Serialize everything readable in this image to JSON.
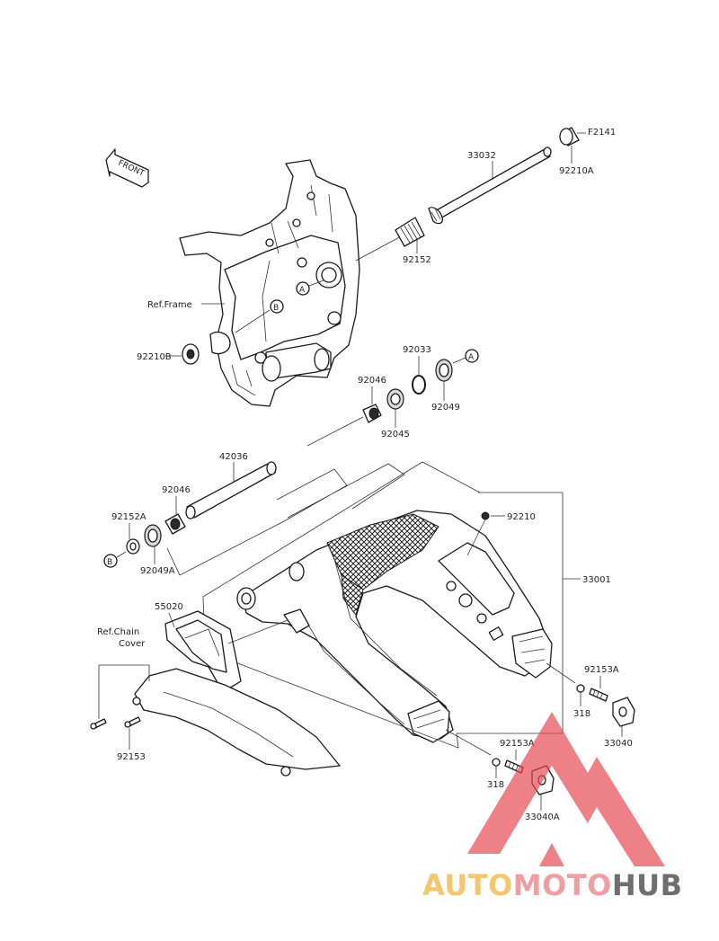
{
  "labels": {
    "front": "FRONT",
    "ref_frame": "Ref.Frame",
    "ref_chain_cover_line1": "Ref.Chain",
    "ref_chain_cover_line2": "Cover",
    "p_f2141": "F2141",
    "p_33032": "33032",
    "p_92210A": "92210A",
    "p_92152": "92152",
    "p_92210B": "92210B",
    "p_92033": "92033",
    "p_92049": "92049",
    "p_92046_top": "92046",
    "p_92045": "92045",
    "p_42036": "42036",
    "p_92046_left": "92046",
    "p_92152A": "92152A",
    "p_92049A": "92049A",
    "p_92210": "92210",
    "p_33001": "33001",
    "p_55020": "55020",
    "p_92153A_right": "92153A",
    "p_318_right": "318",
    "p_33040": "33040",
    "p_92153A_bottom": "92153A",
    "p_318_bottom": "318",
    "p_33040A": "33040A",
    "p_92153": "92153",
    "callout_A": "A",
    "callout_B": "B"
  },
  "watermark": {
    "text_auto": "AUTO",
    "text_moto": "MOTO",
    "text_hub": "HUB",
    "color_auto": "#f2b84a",
    "color_moto": "#e9888e",
    "color_hub": "#4a4a4a",
    "logo_color": "#e64550"
  }
}
